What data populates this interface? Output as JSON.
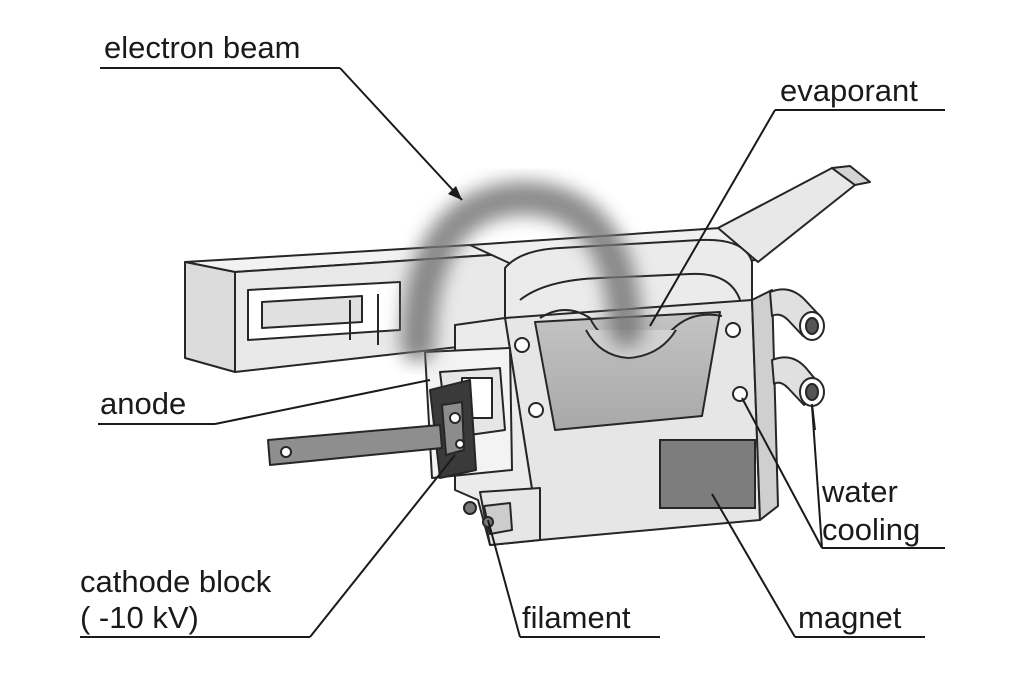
{
  "diagram": {
    "labels": {
      "electron_beam": "electron beam",
      "evaporant": "evaporant",
      "anode": "anode",
      "water_line1": "water",
      "water_line2": "cooling",
      "cathode_line1": "cathode block",
      "cathode_line2": "( -10 kV)",
      "filament": "filament",
      "magnet": "magnet"
    },
    "colors": {
      "body_fill": "#e6e6e6",
      "body_dark": "#cfcfcf",
      "crucible": "#b4b4b4",
      "magnet": "#7d7d7d",
      "outline": "#262626",
      "beam": "#7a7a7a"
    }
  }
}
